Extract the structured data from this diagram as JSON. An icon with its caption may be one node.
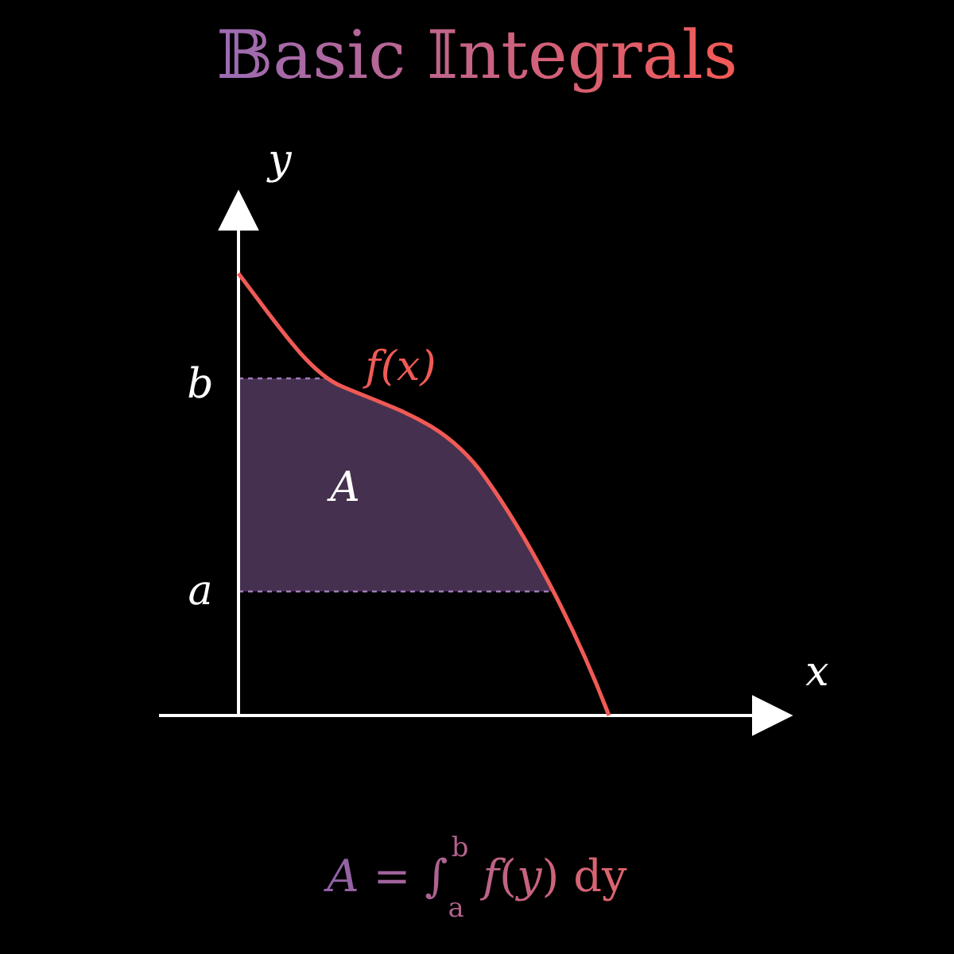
{
  "diagram": {
    "title": "𝔹asic 𝕀ntegrals",
    "labels": [
      "y",
      "b",
      "f(x)",
      "A",
      "a",
      "x",
      "*A* = ∫$_{a}$$^{b}$ *f*(*y*) dy"
    ]
  }
}
